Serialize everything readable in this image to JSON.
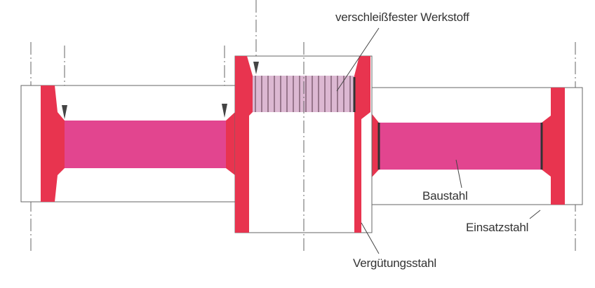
{
  "labels": {
    "wear_material": "verschleißfester Werkstoff",
    "structural_steel": "Baustahl",
    "case_hardening_steel": "Einsatzstahl",
    "tempering_steel": "Vergütungsstahl"
  },
  "colors": {
    "red": "#e8344f",
    "pink": "#e2458f",
    "hatch": "#d9b3cf",
    "line": "#555555"
  }
}
